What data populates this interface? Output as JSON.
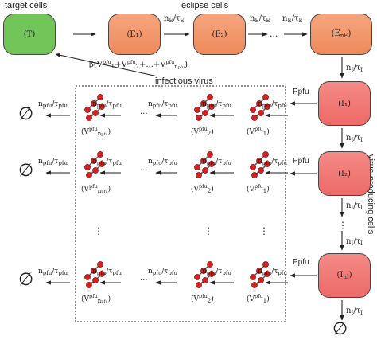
{
  "headers": {
    "target": "target cells",
    "eclipse": "eclipse cells",
    "infectious": "infectious virus",
    "producing": "virus-producing cells"
  },
  "nodes": {
    "T": "(T)",
    "E1": "(E₁)",
    "E2": "(E₂)",
    "En_main": "(E",
    "En_sub": "nE",
    "En_close": ")",
    "I1": "(I₁)",
    "I2": "(I₂)",
    "In_main": "(I",
    "In_sub": "nI",
    "In_close": ")"
  },
  "rates": {
    "eclipse_main": "nE/τE",
    "infectious_main": "nI/τI",
    "virus_main": "npfu/τpfu",
    "production": "Ppfu",
    "infection": "β(Vpfu1+Vpfu2+...+Vpfunpfu)"
  },
  "virus_labels": {
    "first": "(Vpfu1)",
    "second": "(Vpfu2)",
    "last": "(Vpfunpfu)"
  },
  "symbols": {
    "ellipsis_h": "...",
    "ellipsis_v": "⋮",
    "empty_set": "∅"
  },
  "colors": {
    "target": "#72c559",
    "eclipse": "#f09263",
    "producing": "#ef7573",
    "virion": "#d42020"
  }
}
